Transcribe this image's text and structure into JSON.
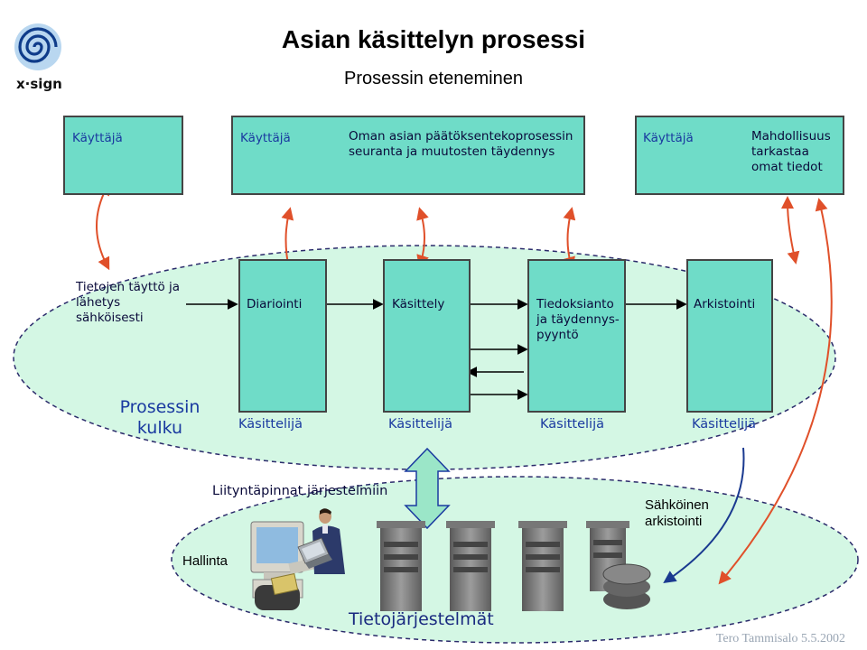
{
  "header": {
    "title": "Asian käsittelyn prosessi",
    "subtitle": "Prosessin eteneminen",
    "logo_text": "x·sign"
  },
  "top_boxes": [
    {
      "role": "Käyttäjä"
    },
    {
      "role": "Käyttäjä",
      "text": "Oman asian päätöksentekoprosessin seuranta ja muutosten täydennys"
    },
    {
      "role": "Käyttäjä",
      "text": "Mahdollisuus tarkastaa omat tiedot"
    }
  ],
  "process": {
    "intake_text": "Tietojen täyttö ja lähetys sähköisesti",
    "steps": [
      "Diariointi",
      "Käsittely",
      "Tiedoksianto ja täydennys-pyyntö",
      "Arkistointi"
    ],
    "handler_label": "Käsittelijä",
    "flow_label": "Prosessin kulku"
  },
  "bottom": {
    "interfaces_label": "Liityntäpinnat järjestelmiin",
    "archive_label": "Sähköinen arkistointi",
    "admin_label": "Hallinta",
    "system_label": "Tietojärjestelmät"
  },
  "footer": "Tero Tammisalo 5.5.2002",
  "colors": {
    "box_fill": "#6fdcc8",
    "ellipse_fill": "#d4f7e4",
    "text_blue": "#1a3aa0",
    "arrow_orange": "#e0502a"
  },
  "icons": [
    "user-laptop-icon",
    "computer-workstation-icon",
    "server-icon",
    "disk-stack-icon",
    "card-reader-icon",
    "logo-spiral-icon"
  ]
}
